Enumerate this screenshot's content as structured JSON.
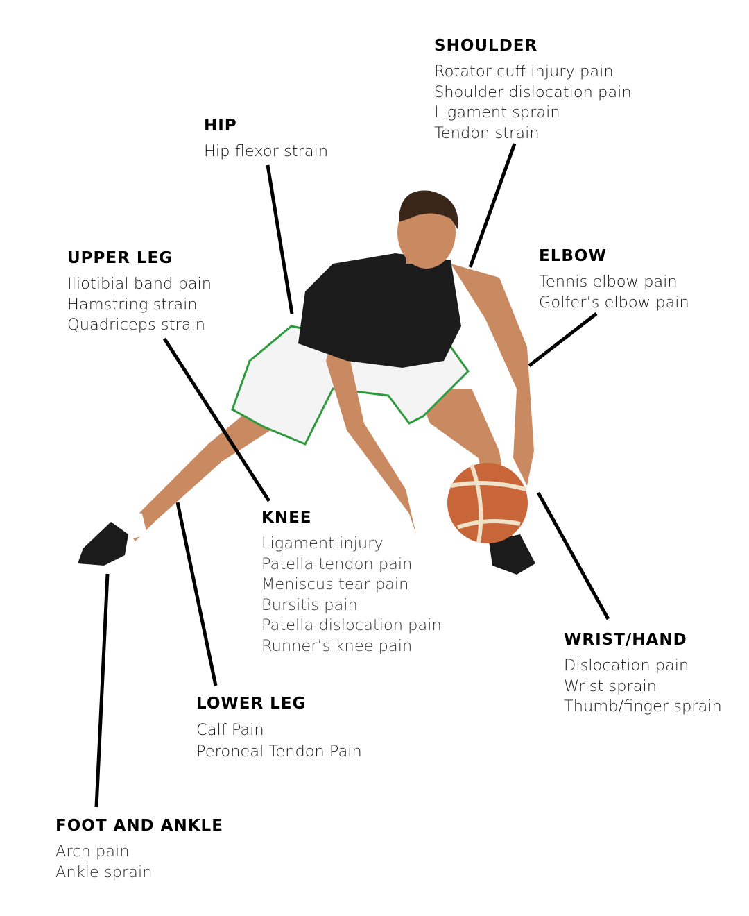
{
  "groups": {
    "shoulder": {
      "title": "SHOULDER",
      "items": [
        "Rotator cuff injury pain",
        "Shoulder dislocation pain",
        "Ligament sprain",
        "Tendon strain"
      ]
    },
    "hip": {
      "title": "HIP",
      "items": [
        "Hip flexor strain"
      ]
    },
    "upper_leg": {
      "title": "UPPER LEG",
      "items": [
        "Iliotibial band pain",
        "Hamstring strain",
        "Quadriceps strain"
      ]
    },
    "elbow": {
      "title": "ELBOW",
      "items": [
        "Tennis elbow pain",
        "Golfer’s elbow pain"
      ]
    },
    "knee": {
      "title": "KNEE",
      "items": [
        "Ligament injury",
        "Patella tendon pain",
        "Meniscus tear pain",
        "Bursitis pain",
        "Patella dislocation pain",
        "Runner’s knee pain"
      ]
    },
    "wrist_hand": {
      "title": "WRIST/HAND",
      "items": [
        "Dislocation pain",
        "Wrist sprain",
        "Thumb/finger sprain"
      ]
    },
    "lower_leg": {
      "title": "LOWER LEG",
      "items": [
        "Calf Pain",
        "Peroneal Tendon Pain"
      ]
    },
    "foot_ankle": {
      "title": "FOOT AND ANKLE",
      "items": [
        "Arch pain",
        "Ankle sprain"
      ]
    }
  },
  "colors": {
    "line": "#000000",
    "shirt": "#1b1b1b",
    "shorts": "#f4f4f4",
    "trim": "#2e9a3e",
    "skin": "#c98a62",
    "ball": "#c8663a"
  }
}
